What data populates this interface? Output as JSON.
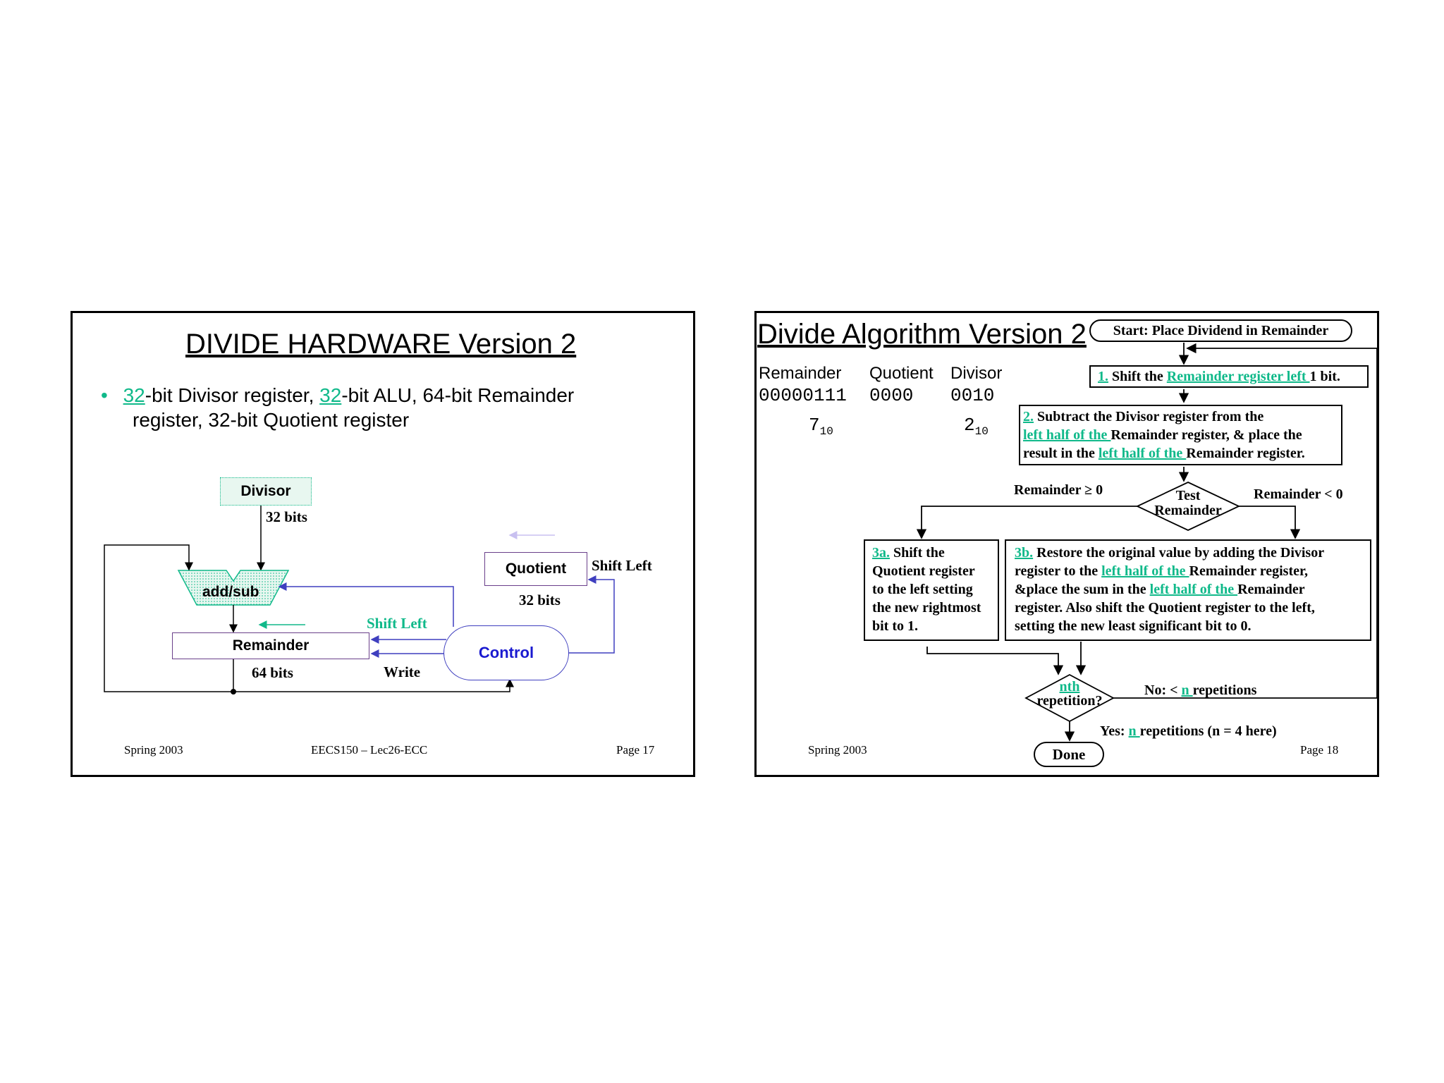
{
  "slide1": {
    "title": "DIVIDE HARDWARE Version 2",
    "bullet": {
      "bits_a": "32",
      "text_a": "-bit Divisor register, ",
      "bits_b": "32",
      "text_b": "-bit ALU, 64-bit Remainder",
      "line2": "register, 32-bit Quotient register"
    },
    "diagram": {
      "divisor": "Divisor",
      "divisor_bits": "32 bits",
      "alu": "add/sub",
      "remainder": "Remainder",
      "remainder_bits": "64 bits",
      "quotient": "Quotient",
      "quotient_bits": "32 bits",
      "quotient_shift": "Shift Left",
      "remainder_shift": "Shift Left",
      "control": "Control",
      "write": "Write"
    },
    "footer": {
      "left": "Spring 2003",
      "center": "EECS150 – Lec26-ECC",
      "right": "Page 17"
    }
  },
  "slide2": {
    "title": "Divide Algorithm Version 2",
    "table": {
      "headers": [
        "Remainder",
        "Quotient",
        "Divisor"
      ],
      "values": [
        "00000111",
        "0000",
        "0010"
      ],
      "rem_dec": "7",
      "div_dec": "2",
      "base": "10"
    },
    "flow": {
      "start": "Start: Place Dividend in Remainder",
      "step1": {
        "num": "1.",
        "a": " Shift the ",
        "hl": "Remainder register left ",
        "b": "1 bit."
      },
      "step2": {
        "num": "2.",
        "a": " Subtract the Divisor register from the",
        "hl1": "left half of the ",
        "b": "Remainder register, & place the",
        "c": "result in the ",
        "hl2": "left half of the ",
        "d": "Remainder register."
      },
      "test": {
        "line1": "Test",
        "line2": "Remainder"
      },
      "branch_ge": "Remainder ≥  0",
      "branch_lt": "Remainder < 0",
      "step3a": {
        "num": "3a.",
        "l1": " Shift the",
        "l2": "Quotient register",
        "l3": "to the left setting",
        "l4": "the new rightmost",
        "l5": " bit to 1."
      },
      "step3b": {
        "num": "3b.",
        "l1": " Restore the original value by adding the Divisor",
        "l2a": "register to the ",
        "l2hl": "left half of the ",
        "l2b": "Remainder register,",
        "l3a": "&place the sum in the ",
        "l3hl": "left half of the ",
        "l3b": "Remainder",
        "l4": "register. Also shift the Quotient register to the left,",
        "l5": "setting the new least significant bit to 0."
      },
      "rep": {
        "hl": "nth",
        "text": "repetition?"
      },
      "no": {
        "a": "No: < ",
        "hl": "n ",
        "b": "repetitions"
      },
      "yes": {
        "a": "Yes: ",
        "hl": "n ",
        "b": "repetitions (n = 4 here)"
      },
      "done": "Done"
    },
    "footer": {
      "left": "Spring 2003",
      "right": "Page 18"
    }
  },
  "colors": {
    "accent": "#10b98a",
    "diagram_blue": "#3f3fbf",
    "control_text": "#1a1ad0",
    "box_purple": "#6a3f8a"
  }
}
